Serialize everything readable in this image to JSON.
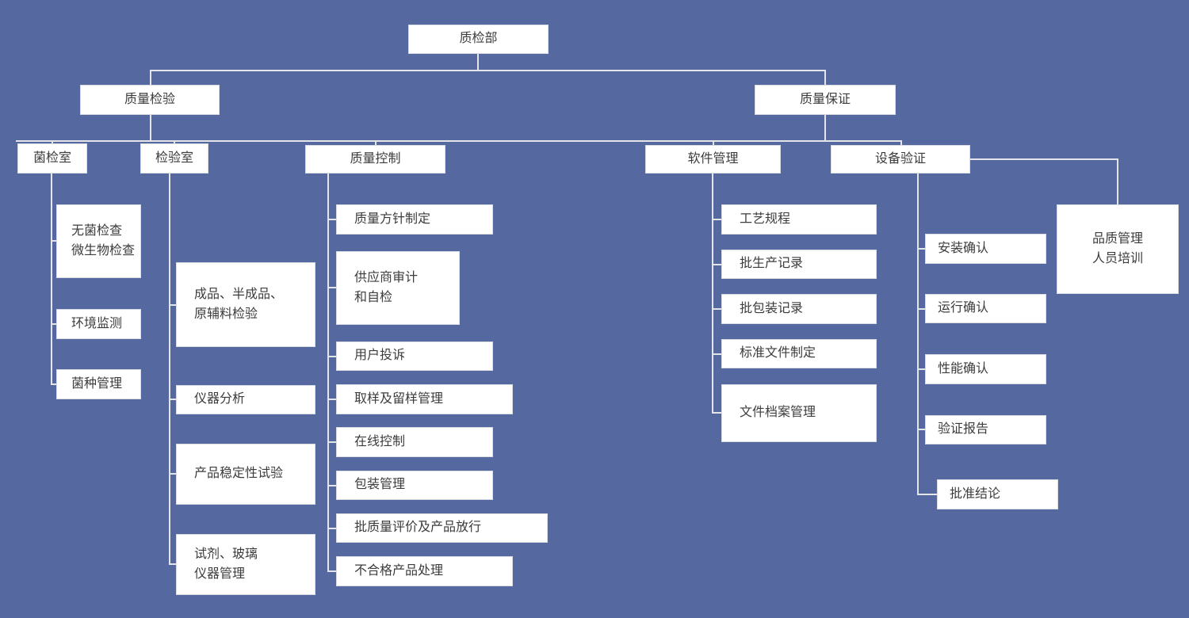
{
  "colors": {
    "background": "#5568A0",
    "box": "#FFFFFF",
    "line": "#E3E5E9",
    "text": "#3C3C3C"
  },
  "nodes": {
    "root": {
      "label": "质检部"
    },
    "quality_inspection": {
      "label": "质量检验"
    },
    "quality_assurance": {
      "label": "质量保证"
    },
    "bacteria_lab": {
      "label": "菌检室"
    },
    "testing_lab": {
      "label": "检验室"
    },
    "quality_control": {
      "label": "质量控制"
    },
    "software_mgmt": {
      "label": "软件管理"
    },
    "equipment_validation": {
      "label": "设备验证"
    },
    "quality_training": {
      "label": "品质管理\n人员培训"
    },
    "bacteria_children": [
      {
        "label": "无菌检查\n微生物检查"
      },
      {
        "label": "环境监测"
      },
      {
        "label": "菌种管理"
      }
    ],
    "testing_children": [
      {
        "label": "成品、半成品、\n原辅料检验"
      },
      {
        "label": "仪器分析"
      },
      {
        "label": "产品稳定性试验"
      },
      {
        "label": "试剂、玻璃\n仪器管理"
      }
    ],
    "qc_children": [
      {
        "label": "质量方针制定"
      },
      {
        "label": "供应商审计\n和自检"
      },
      {
        "label": "用户投诉"
      },
      {
        "label": "取样及留样管理"
      },
      {
        "label": "在线控制"
      },
      {
        "label": "包装管理"
      },
      {
        "label": "批质量评价及产品放行"
      },
      {
        "label": "不合格产品处理"
      }
    ],
    "software_children": [
      {
        "label": "工艺规程"
      },
      {
        "label": "批生产记录"
      },
      {
        "label": "批包装记录"
      },
      {
        "label": "标准文件制定"
      },
      {
        "label": "文件档案管理"
      }
    ],
    "equipment_children": [
      {
        "label": "安装确认"
      },
      {
        "label": "运行确认"
      },
      {
        "label": "性能确认"
      },
      {
        "label": "验证报告"
      },
      {
        "label": "批准结论"
      }
    ]
  }
}
